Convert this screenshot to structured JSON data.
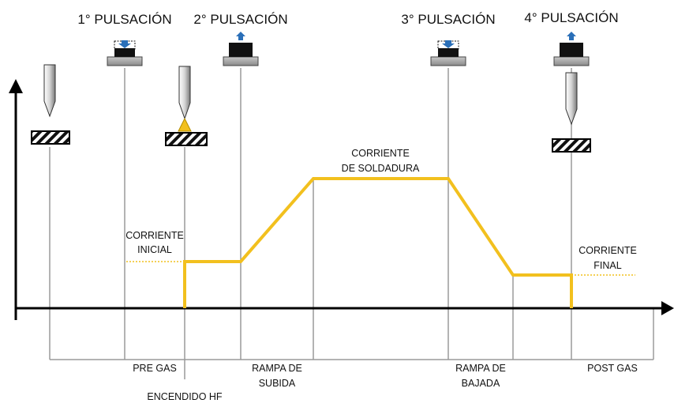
{
  "pulses": {
    "p1": "1° PULSACIÓN",
    "p2": "2° PULSACIÓN",
    "p3": "3° PULSACIÓN",
    "p4": "4° PULSACIÓN"
  },
  "curve_labels": {
    "welding_current_line1": "CORRIENTE",
    "welding_current_line2": "DE SOLDADURA",
    "initial_current_line1": "CORRIENTE",
    "initial_current_line2": "INICIAL",
    "final_current_line1": "CORRIENTE",
    "final_current_line2": "FINAL"
  },
  "phases": {
    "pre_gas": "PRE GAS",
    "hf_ignition": "ENCENDIDO HF",
    "ramp_up_line1": "RAMPA DE",
    "ramp_up_line2": "SUBIDA",
    "ramp_down_line1": "RAMPA DE",
    "ramp_down_line2": "BAJADA",
    "post_gas": "POST GAS"
  },
  "colors": {
    "current": "#f2c01e",
    "axis": "#000000",
    "guide": "#9a9a9a",
    "arrow_blue": "#2a6fb8"
  }
}
